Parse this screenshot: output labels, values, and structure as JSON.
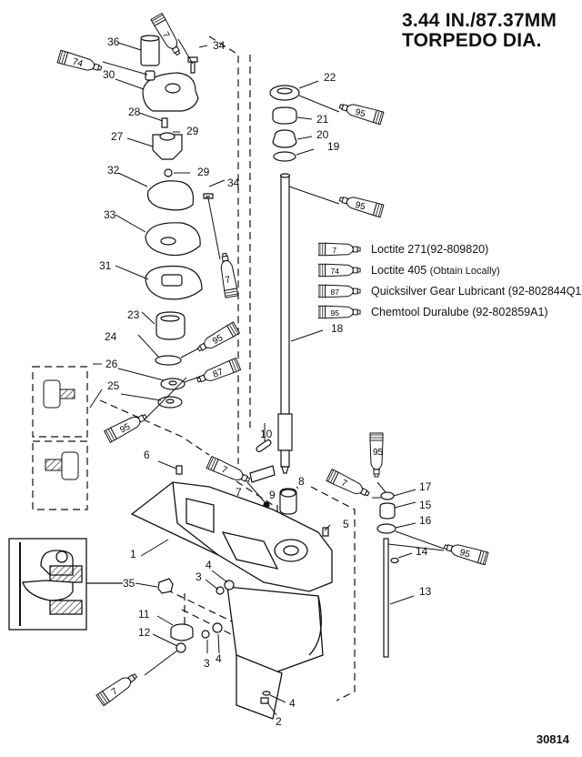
{
  "title": {
    "line1": "3.44 IN./87.37MM",
    "line2": "TORPEDO DIA."
  },
  "legend": [
    {
      "code": "7",
      "name": "Loctite 271",
      "detail": "(92-809820)",
      "note": ""
    },
    {
      "code": "74",
      "name": "Loctite 405",
      "detail": "",
      "note": "(Obtain Locally)"
    },
    {
      "code": "87",
      "name": "Quicksilver Gear Lubricant",
      "detail": "(92-802844Q1)",
      "note": ""
    },
    {
      "code": "95",
      "name": "Chemtool Duralube",
      "detail": "(92-802859A1)",
      "note": ""
    }
  ],
  "reference_number": "30814",
  "callouts": [
    {
      "id": "c36",
      "label": "36",
      "part": "sleeve"
    },
    {
      "id": "c34a",
      "label": "34",
      "part": "screw"
    },
    {
      "id": "c30",
      "label": "30",
      "part": "water-pump-housing"
    },
    {
      "id": "c28",
      "label": "28",
      "part": "key"
    },
    {
      "id": "c29a",
      "label": "29",
      "part": "washer"
    },
    {
      "id": "c27",
      "label": "27",
      "part": "impeller"
    },
    {
      "id": "c29b",
      "label": "29",
      "part": "washer"
    },
    {
      "id": "c32",
      "label": "32",
      "part": "gasket"
    },
    {
      "id": "c34b",
      "label": "34",
      "part": "screw"
    },
    {
      "id": "c33",
      "label": "33",
      "part": "face-plate"
    },
    {
      "id": "c31",
      "label": "31",
      "part": "gasket"
    },
    {
      "id": "c23",
      "label": "23",
      "part": "carrier"
    },
    {
      "id": "c24",
      "label": "24",
      "part": "o-ring"
    },
    {
      "id": "c26",
      "label": "26",
      "part": "seal"
    },
    {
      "id": "c25",
      "label": "25",
      "part": "seal"
    },
    {
      "id": "c22",
      "label": "22",
      "part": "retainer-nut"
    },
    {
      "id": "c21",
      "label": "21",
      "part": "bearing-cup"
    },
    {
      "id": "c20",
      "label": "20",
      "part": "tapered-bearing"
    },
    {
      "id": "c19",
      "label": "19",
      "part": "shim"
    },
    {
      "id": "c18",
      "label": "18",
      "part": "driveshaft"
    },
    {
      "id": "c10",
      "label": "10",
      "part": "pin"
    },
    {
      "id": "c6",
      "label": "6",
      "part": "pin"
    },
    {
      "id": "c7",
      "label": "7",
      "part": "screw"
    },
    {
      "id": "c9",
      "label": "9",
      "part": "screw"
    },
    {
      "id": "c8",
      "label": "8",
      "part": "needle-bearing"
    },
    {
      "id": "c5",
      "label": "5",
      "part": "pin"
    },
    {
      "id": "c1",
      "label": "1",
      "part": "gear-housing"
    },
    {
      "id": "c35",
      "label": "35",
      "part": "anode"
    },
    {
      "id": "c4a",
      "label": "4",
      "part": "washer"
    },
    {
      "id": "c3a",
      "label": "3",
      "part": "screw"
    },
    {
      "id": "c11",
      "label": "11",
      "part": "pinion-gear"
    },
    {
      "id": "c12",
      "label": "12",
      "part": "nut"
    },
    {
      "id": "c3b",
      "label": "3",
      "part": "screw"
    },
    {
      "id": "c4b",
      "label": "4",
      "part": "washer"
    },
    {
      "id": "c4c",
      "label": "4",
      "part": "washer"
    },
    {
      "id": "c2",
      "label": "2",
      "part": "screw"
    },
    {
      "id": "c17",
      "label": "17",
      "part": "nut"
    },
    {
      "id": "c15",
      "label": "15",
      "part": "bushing"
    },
    {
      "id": "c16",
      "label": "16",
      "part": "o-ring"
    },
    {
      "id": "c14",
      "label": "14",
      "part": "washer"
    },
    {
      "id": "c13",
      "label": "13",
      "part": "stud"
    }
  ],
  "tubes": [
    {
      "code": "7"
    },
    {
      "code": "74"
    },
    {
      "code": "95"
    },
    {
      "code": "95"
    },
    {
      "code": "7"
    },
    {
      "code": "95"
    },
    {
      "code": "87"
    },
    {
      "code": "95"
    },
    {
      "code": "7"
    },
    {
      "code": "95"
    },
    {
      "code": "7"
    },
    {
      "code": "95"
    },
    {
      "code": "7"
    }
  ]
}
